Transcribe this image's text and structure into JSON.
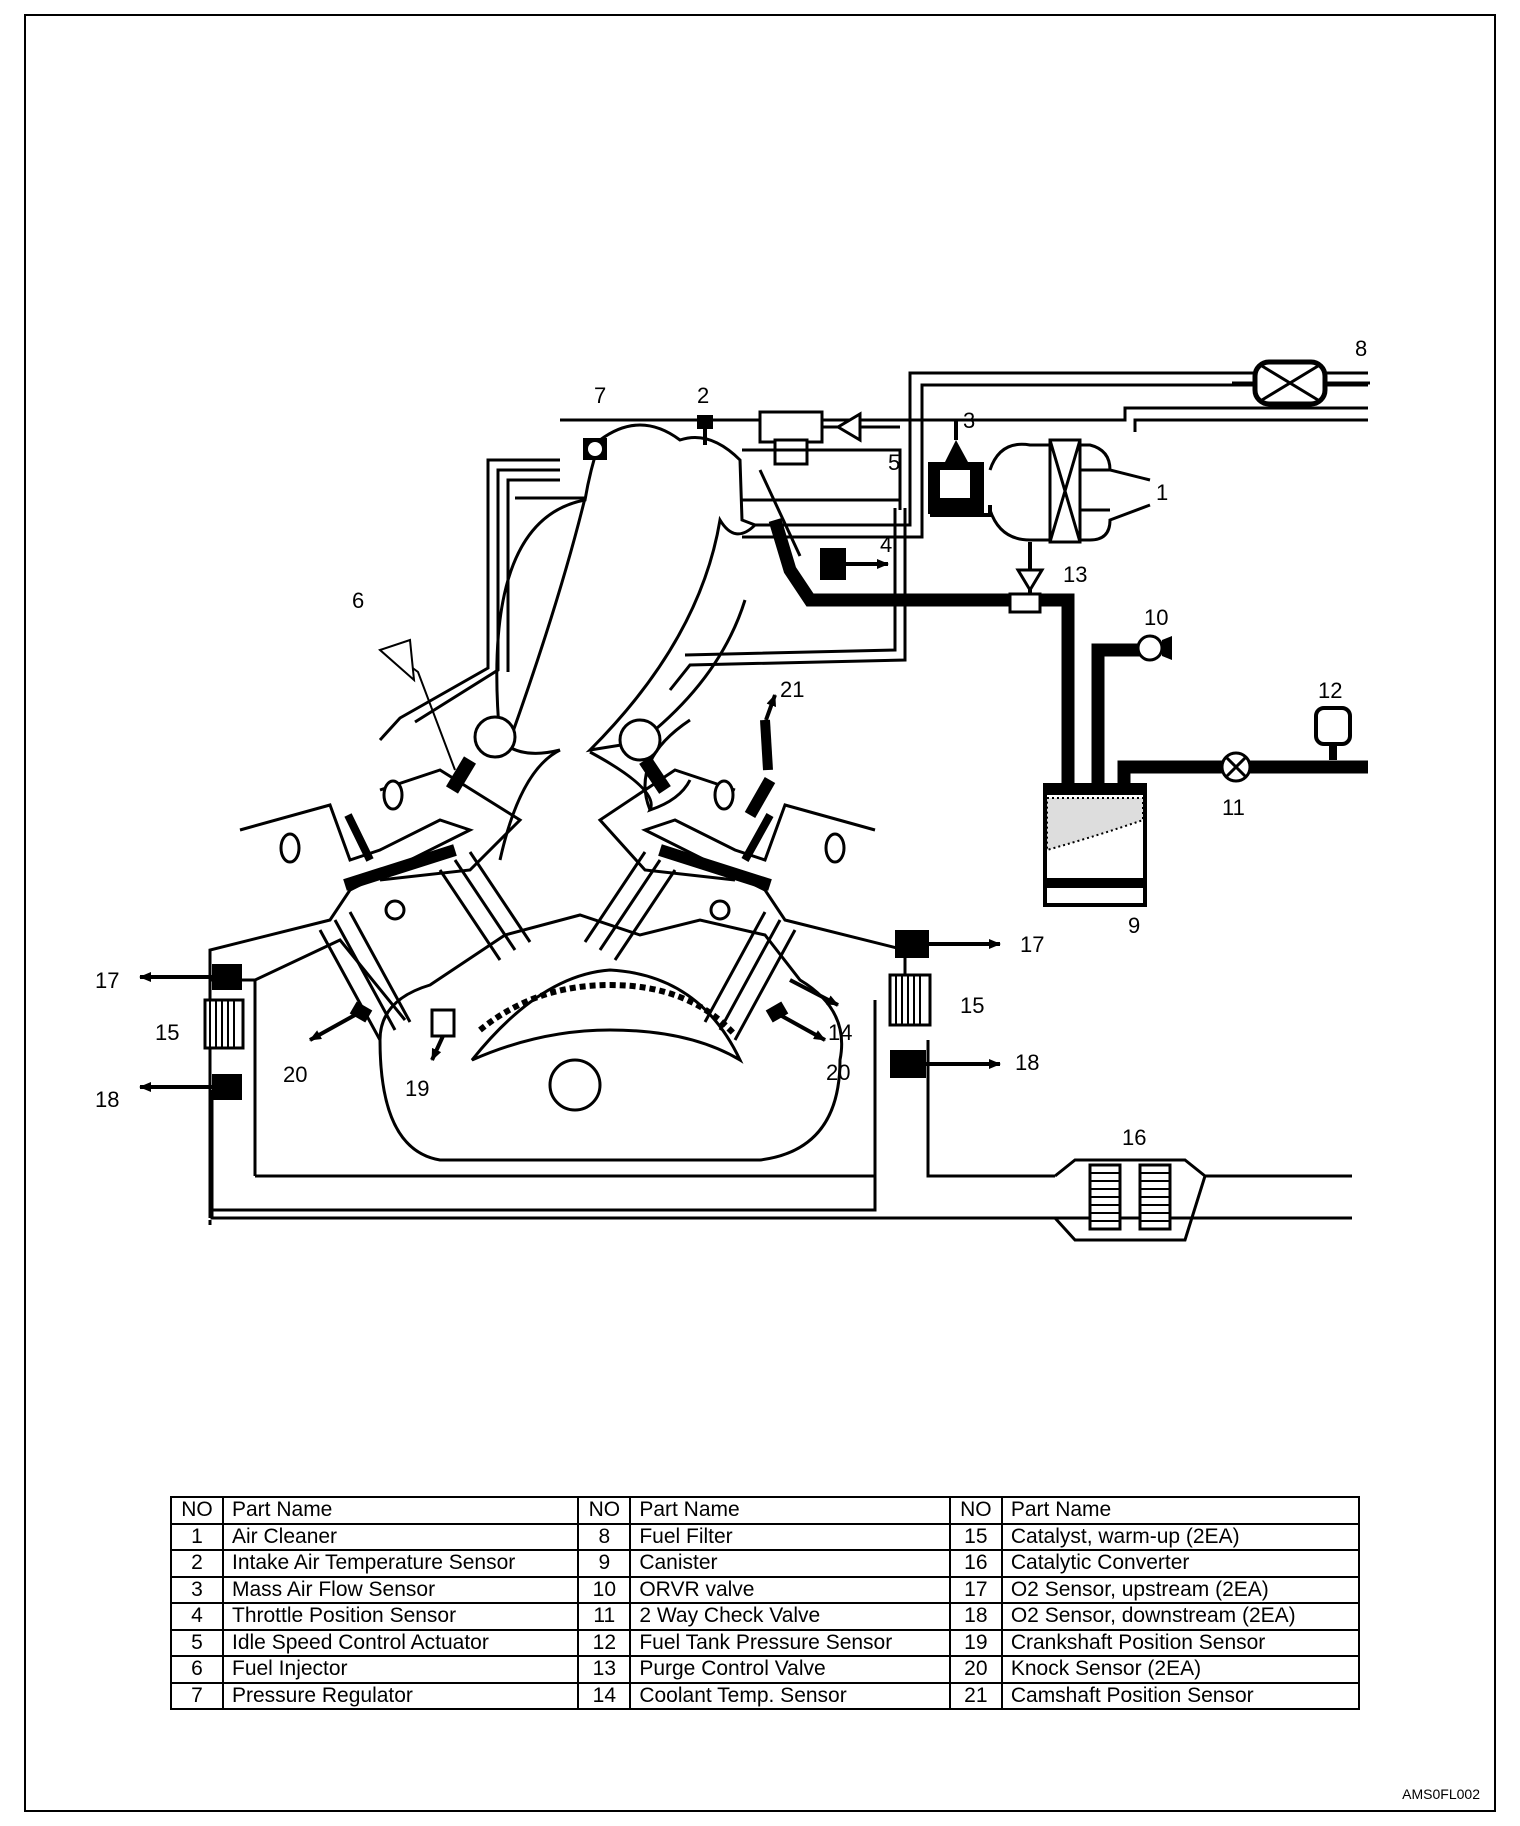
{
  "callouts": {
    "c1": "1",
    "c2": "2",
    "c3": "3",
    "c4": "4",
    "c5": "5",
    "c6": "6",
    "c7": "7",
    "c8": "8",
    "c9": "9",
    "c10": "10",
    "c11": "11",
    "c12": "12",
    "c13": "13",
    "c14": "14",
    "c15": "15",
    "c16": "16",
    "c17": "17",
    "c18": "18",
    "c19": "19",
    "c20": "20",
    "c21": "21"
  },
  "legend": {
    "headers": [
      "NO",
      "Part Name",
      "NO",
      "Part Name",
      "NO",
      "Part Name"
    ],
    "rows": [
      [
        {
          "no": "1",
          "name": "Air Cleaner"
        },
        {
          "no": "8",
          "name": "Fuel Filter"
        },
        {
          "no": "15",
          "name": "Catalyst, warm-up (2EA)"
        }
      ],
      [
        {
          "no": "2",
          "name": "Intake Air Temperature Sensor"
        },
        {
          "no": "9",
          "name": "Canister"
        },
        {
          "no": "16",
          "name": "Catalytic Converter"
        }
      ],
      [
        {
          "no": "3",
          "name": "Mass Air Flow Sensor"
        },
        {
          "no": "10",
          "name": "ORVR valve"
        },
        {
          "no": "17",
          "name": "O2 Sensor, upstream (2EA)"
        }
      ],
      [
        {
          "no": "4",
          "name": "Throttle Position Sensor"
        },
        {
          "no": "11",
          "name": "2 Way Check Valve"
        },
        {
          "no": "18",
          "name": "O2 Sensor, downstream (2EA)"
        }
      ],
      [
        {
          "no": "5",
          "name": "Idle Speed Control Actuator"
        },
        {
          "no": "12",
          "name": "Fuel Tank Pressure Sensor"
        },
        {
          "no": "19",
          "name": "Crankshaft Position Sensor"
        }
      ],
      [
        {
          "no": "6",
          "name": "Fuel Injector"
        },
        {
          "no": "13",
          "name": "Purge Control Valve"
        },
        {
          "no": "20",
          "name": "Knock Sensor (2EA)"
        }
      ],
      [
        {
          "no": "7",
          "name": "Pressure  Regulator"
        },
        {
          "no": "14",
          "name": "Coolant Temp. Sensor"
        },
        {
          "no": "21",
          "name": "Camshaft Position Sensor"
        }
      ]
    ]
  },
  "figure_code": "AMS0FL002"
}
